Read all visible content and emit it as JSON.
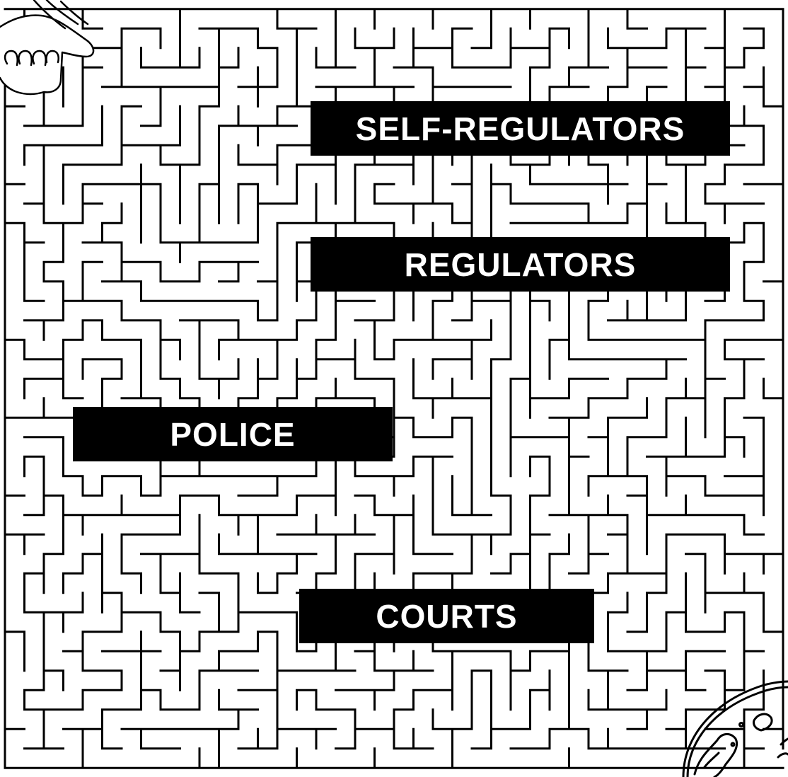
{
  "labels": {
    "self_regulators": "SELF-REGULATORS",
    "regulators": "REGULATORS",
    "police": "POLICE",
    "courts": "COURTS"
  },
  "icons": {
    "start": "pointing-hand-icon",
    "finish": "globe-icon"
  },
  "colors": {
    "ink": "#000000",
    "paper": "#ffffff"
  }
}
